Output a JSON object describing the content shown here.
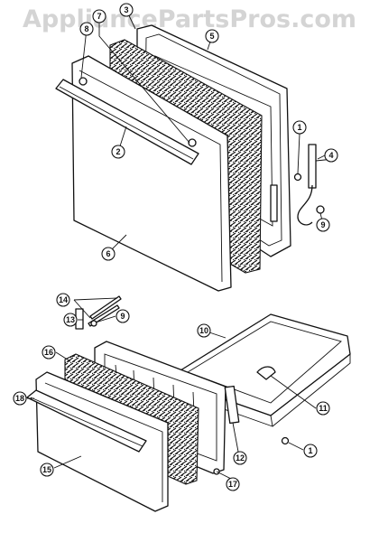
{
  "watermark": "AppliancePartsPros.com",
  "callouts": [
    {
      "id": "c1",
      "label": "1"
    },
    {
      "id": "c2",
      "label": "2"
    },
    {
      "id": "c3",
      "label": "3"
    },
    {
      "id": "c4",
      "label": "4"
    },
    {
      "id": "c5",
      "label": "5"
    },
    {
      "id": "c6",
      "label": "6"
    },
    {
      "id": "c7",
      "label": "7"
    },
    {
      "id": "c8",
      "label": "8"
    },
    {
      "id": "c9",
      "label": "9"
    },
    {
      "id": "c10",
      "label": "10"
    },
    {
      "id": "c11",
      "label": "11"
    },
    {
      "id": "c12",
      "label": "12"
    },
    {
      "id": "c13",
      "label": "13"
    },
    {
      "id": "c14",
      "label": "14"
    },
    {
      "id": "c15",
      "label": "15"
    },
    {
      "id": "c16",
      "label": "16"
    },
    {
      "id": "c17",
      "label": "17"
    },
    {
      "id": "c18",
      "label": "18"
    },
    {
      "id": "c9b",
      "label": "9"
    },
    {
      "id": "c1b",
      "label": "1"
    }
  ]
}
